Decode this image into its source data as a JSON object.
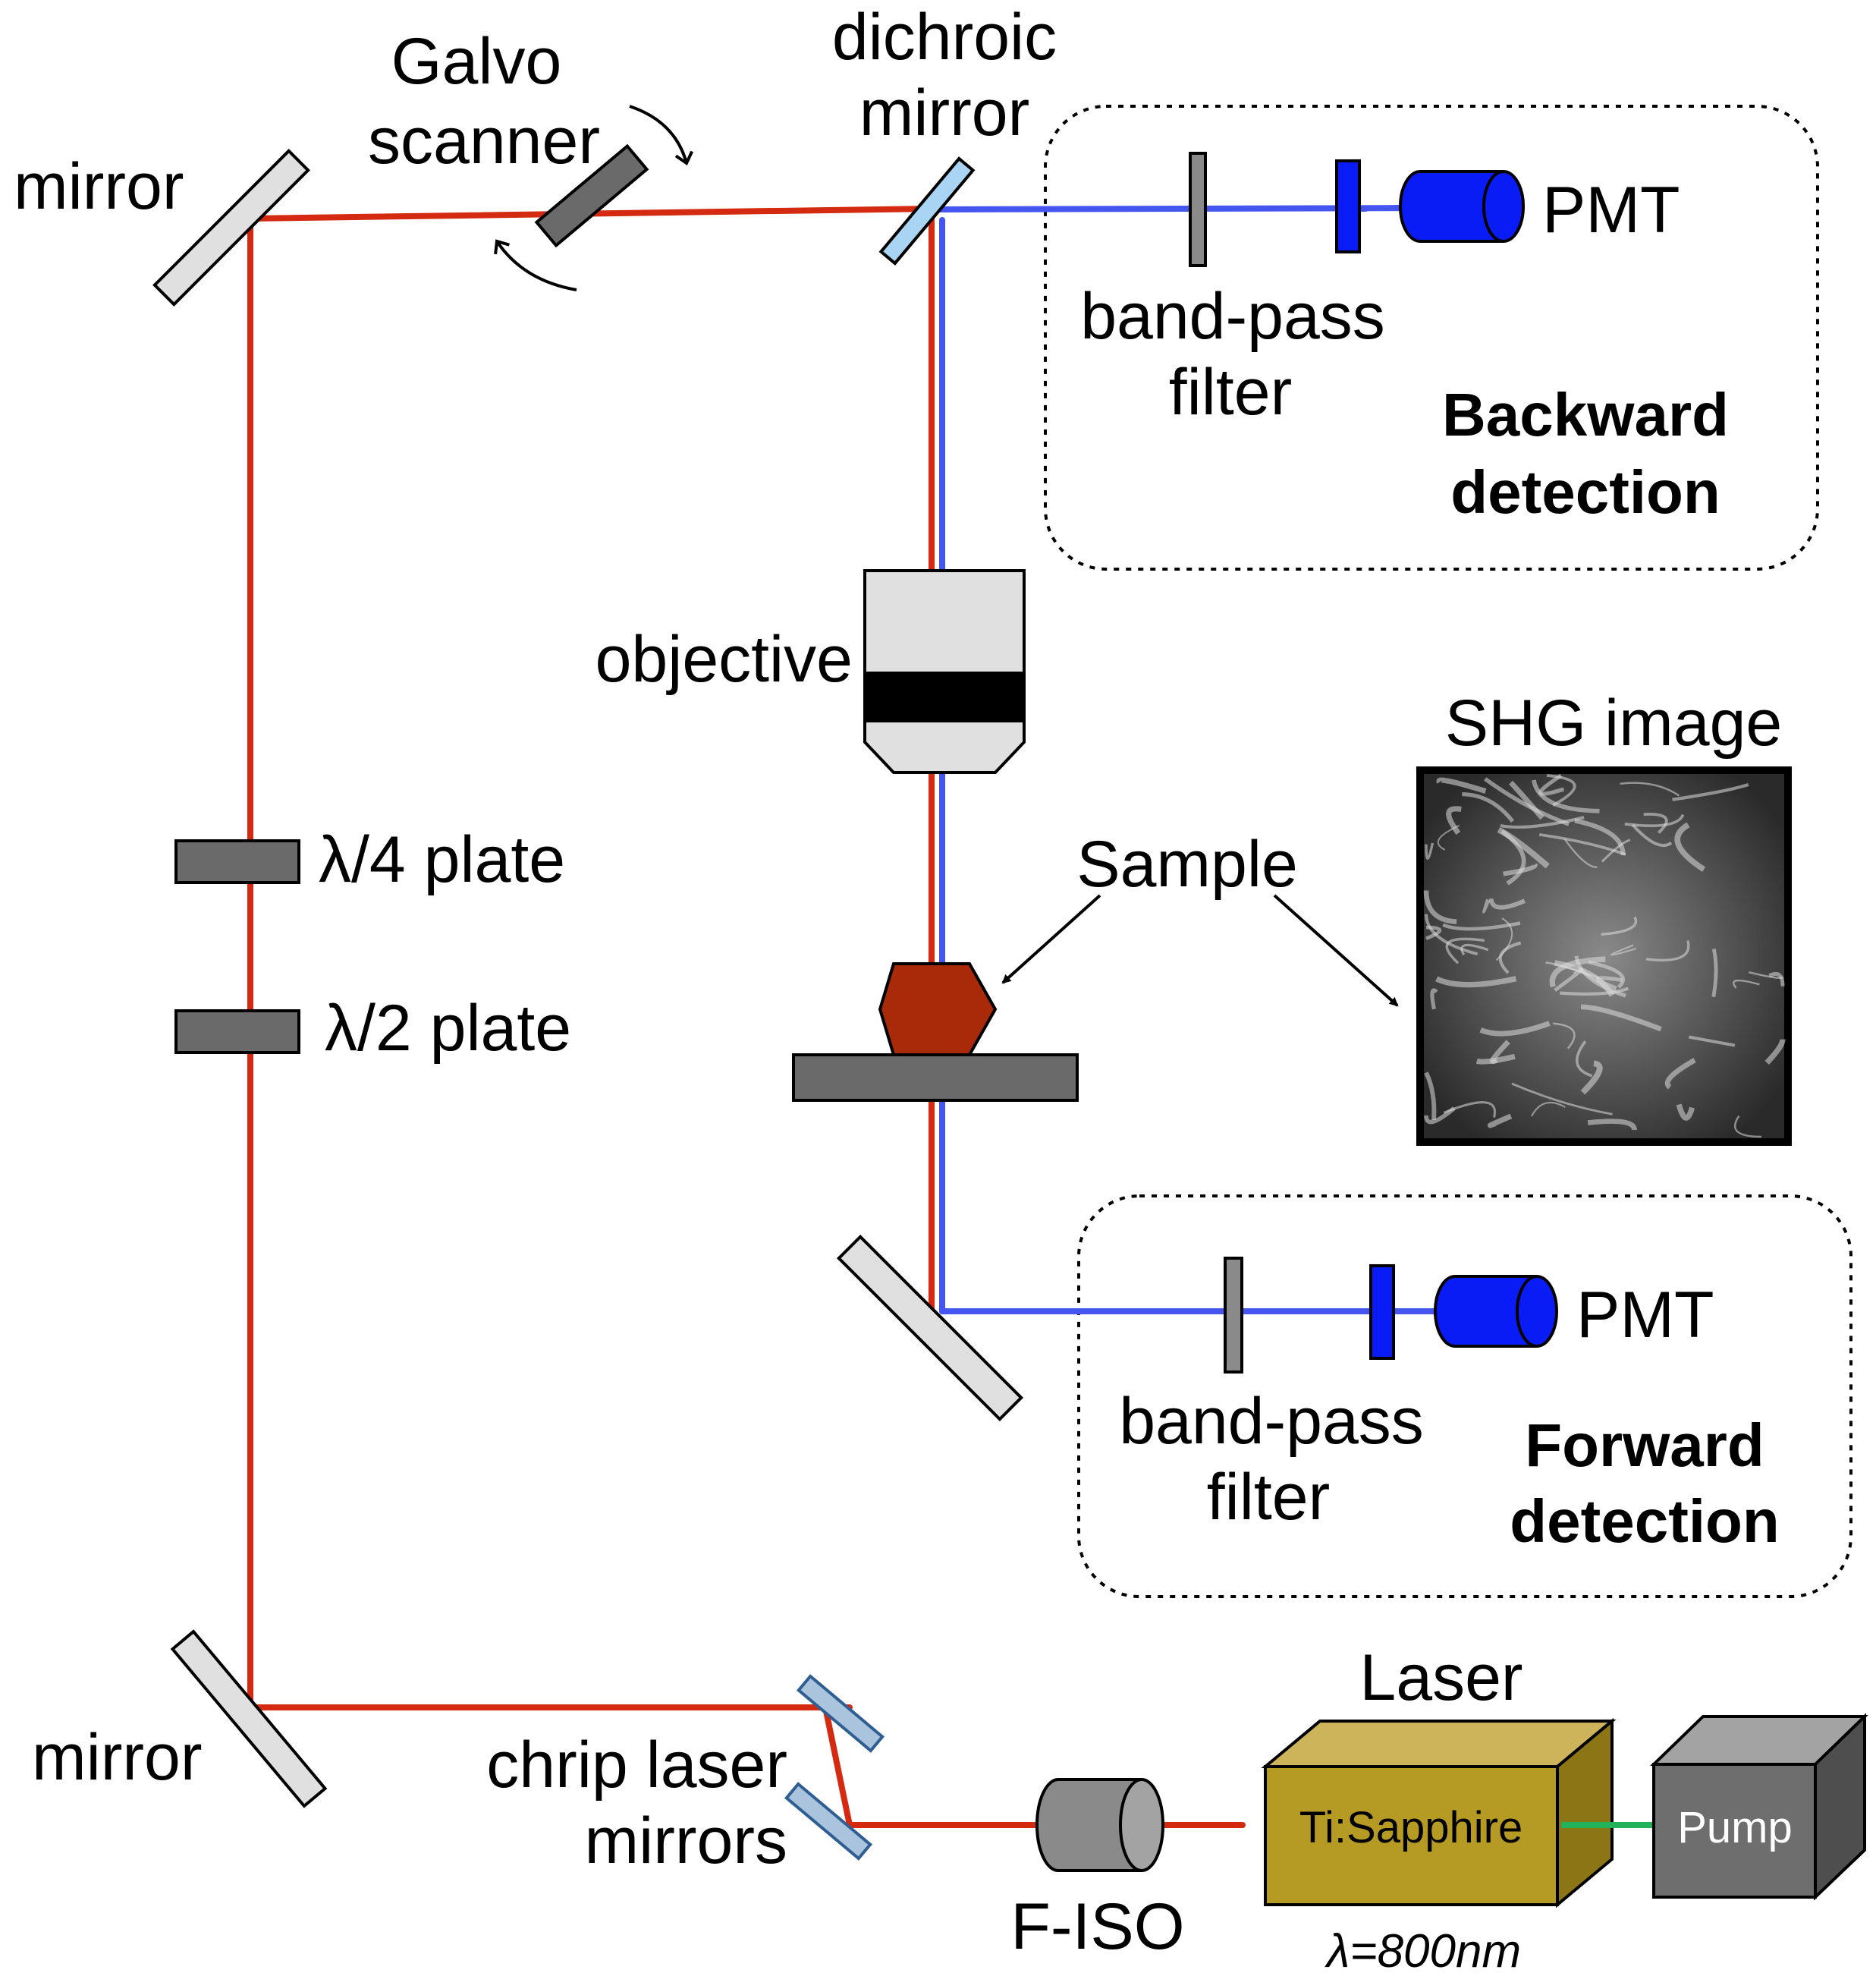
{
  "labels": {
    "galvo_line1": "Galvo",
    "galvo_line2": "scanner",
    "dichroic_line1": "dichroic",
    "dichroic_line2": "mirror",
    "mirror_top": "mirror",
    "mirror_bottom": "mirror",
    "pmt_back": "PMT",
    "pmt_fwd": "PMT",
    "bp_back_line1": "band-pass",
    "bp_back_line2": "filter",
    "bp_fwd_line1": "band-pass",
    "bp_fwd_line2": "filter",
    "backward_line1": "Backward",
    "backward_line2": "detection",
    "forward_line1": "Forward",
    "forward_line2": "detection",
    "objective": "objective",
    "shg_image": "SHG image",
    "sample": "Sample",
    "quarter_plate": "λ/4 plate",
    "half_plate": "λ/2 plate",
    "chirp_line1": "chrip laser",
    "chirp_line2": "mirrors",
    "fiso": "F-ISO",
    "laser": "Laser",
    "ti_sapphire": "Ti:Sapphire",
    "pump": "Pump",
    "wavelength": "λ=800nm"
  },
  "colors": {
    "red_beam": "#d42a12",
    "blue_beam": "#4455f0",
    "pmt_blue": "#0a1cf5",
    "dichroic_fill": "#a9d4f4",
    "sample_fill": "#a82a08",
    "laser_front": "#b59a24",
    "laser_top": "#cdb45a",
    "laser_side": "#8c7514",
    "pump_front": "#6e6e6e",
    "pump_top": "#a3a3a3",
    "pump_side": "#4e4e4e",
    "pump_beam": "#22b35a",
    "chirp_mirror_fill": "#aac4dd",
    "chirp_mirror_stroke": "#2f5e92",
    "plate_fill": "#6a6a6a",
    "objective_fill": "#e0e0e0"
  }
}
